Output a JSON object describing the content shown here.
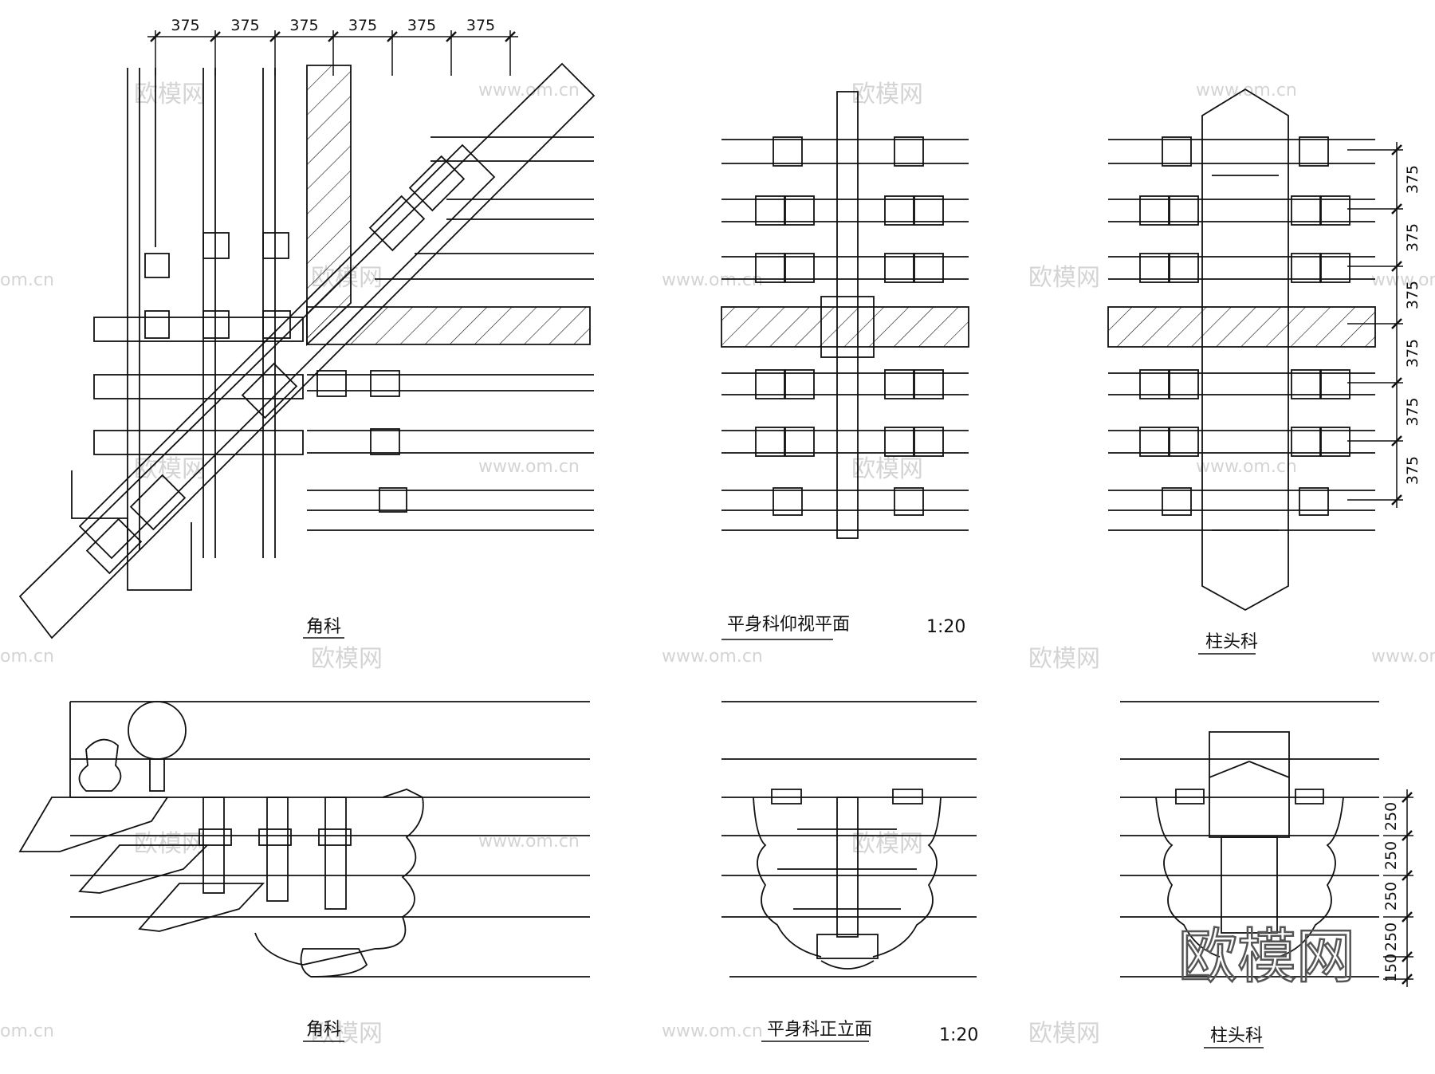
{
  "title_labels": {
    "corner_plan": "角科",
    "middle_plan": "平身科仰视平面",
    "column_plan": "柱头科",
    "corner_elev": "角科",
    "middle_elev": "平身科正立面",
    "column_elev": "柱头科"
  },
  "scales": {
    "plan": "1:20",
    "elev": "1:20"
  },
  "dimensions": {
    "top": [
      "375",
      "375",
      "375",
      "375",
      "375",
      "375"
    ],
    "right_plan": [
      "375",
      "375",
      "375",
      "375",
      "375",
      "375"
    ],
    "right_elev": [
      "250",
      "250",
      "250",
      "250",
      "150"
    ]
  },
  "watermarks": {
    "brand": "欧模网",
    "url": "www.om.cn",
    "short": "om.cn"
  }
}
